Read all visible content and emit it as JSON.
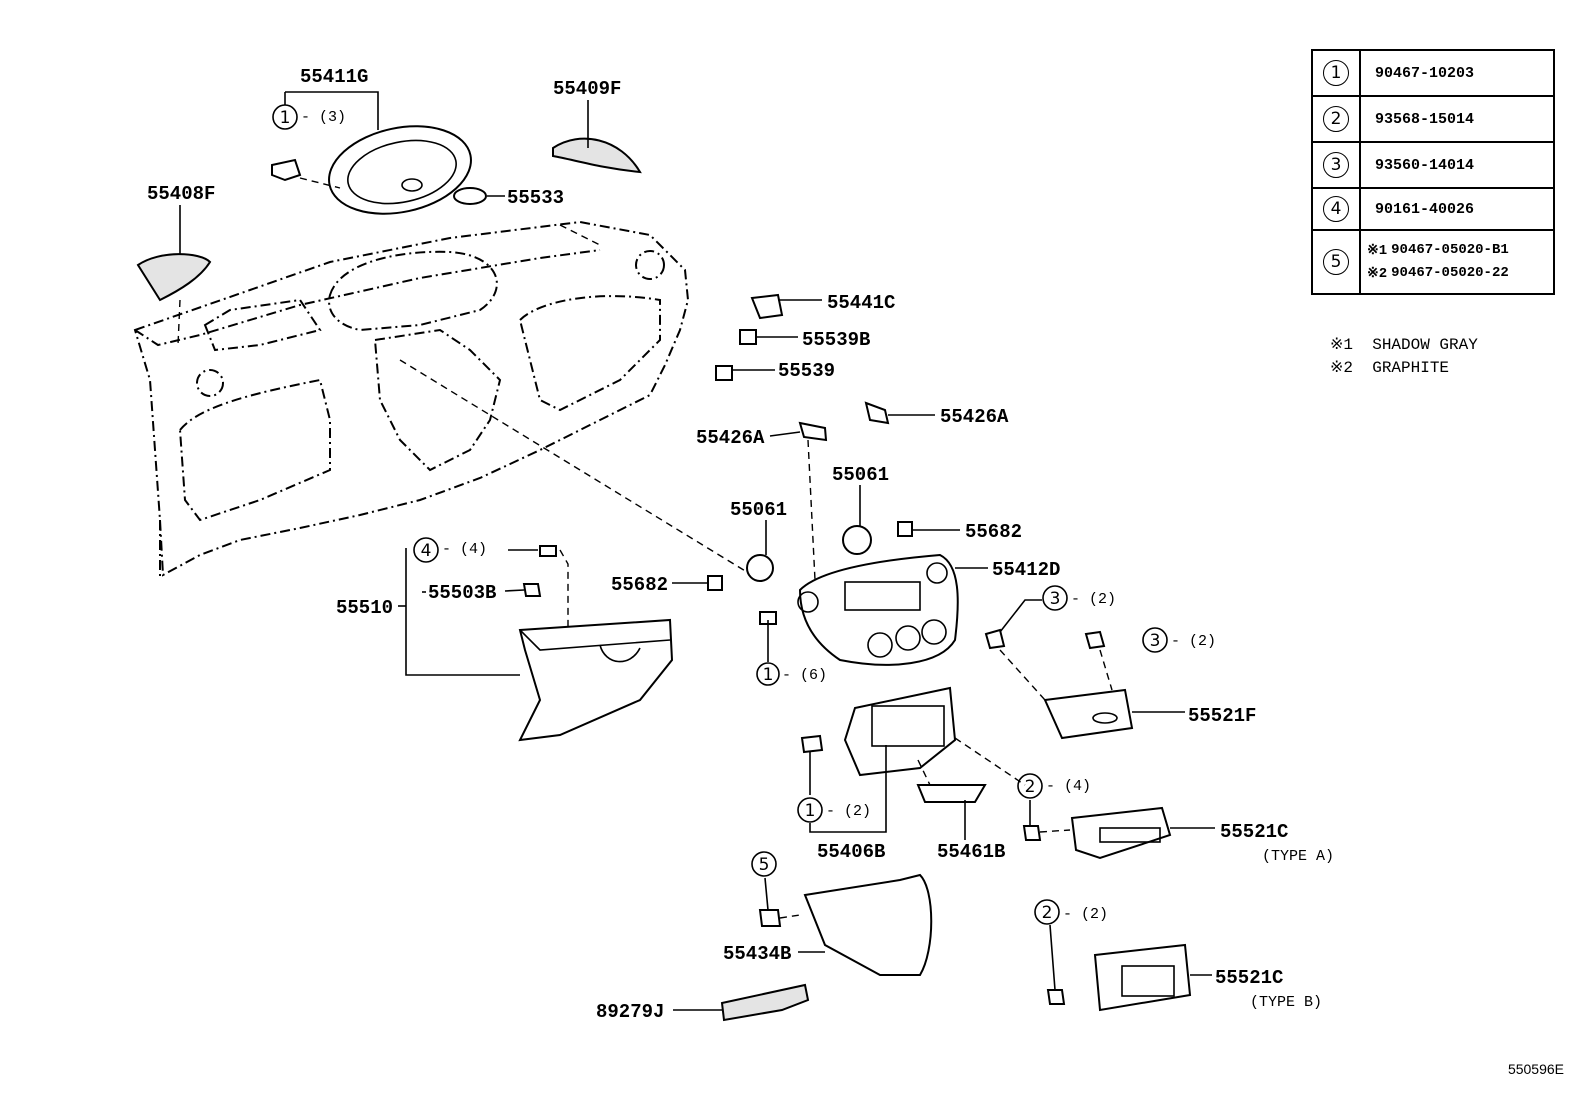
{
  "parts": {
    "p55411G": "55411G",
    "p55409F": "55409F",
    "p55408F": "55408F",
    "p55533": "55533",
    "p55441C": "55441C",
    "p55539B": "55539B",
    "p55539": "55539",
    "p55426A_r": "55426A",
    "p55426A_l": "55426A",
    "p55061_r": "55061",
    "p55061_l": "55061",
    "p55682_r": "55682",
    "p55682_l": "55682",
    "p55412D": "55412D",
    "p55510": "55510",
    "p55503B": "55503B",
    "p55521F": "55521F",
    "p55521C_a": "55521C",
    "p55521C_b": "55521C",
    "p55406B": "55406B",
    "p55461B": "55461B",
    "p55434B": "55434B",
    "p89279J": "89279J"
  },
  "type_notes": {
    "type_a": "(TYPE A)",
    "type_b": "(TYPE B)"
  },
  "callouts": {
    "c1_3": {
      "num": "1",
      "qty": "- (3)"
    },
    "c4_4": {
      "num": "4",
      "qty": "- (4)"
    },
    "c3_2a": {
      "num": "3",
      "qty": "- (2)"
    },
    "c3_2b": {
      "num": "3",
      "qty": "- (2)"
    },
    "c1_6": {
      "num": "1",
      "qty": "- (6)"
    },
    "c2_4": {
      "num": "2",
      "qty": "- (4)"
    },
    "c1_2": {
      "num": "1",
      "qty": "- (2)"
    },
    "c5": {
      "num": "5",
      "qty": ""
    },
    "c2_2": {
      "num": "2",
      "qty": "- (2)"
    }
  },
  "legend": [
    {
      "num": "1",
      "part": "90467-10203"
    },
    {
      "num": "2",
      "part": "93568-15014"
    },
    {
      "num": "3",
      "part": "93560-14014"
    },
    {
      "num": "4",
      "part": "90161-40026"
    },
    {
      "num": "5",
      "variants": [
        {
          "mark": "※1",
          "part": "90467-05020-B1"
        },
        {
          "mark": "※2",
          "part": "90467-05020-22"
        }
      ]
    }
  ],
  "notes": [
    {
      "mark": "※1",
      "text": "SHADOW GRAY"
    },
    {
      "mark": "※2",
      "text": "GRAPHITE"
    }
  ],
  "doc_id": "550596E"
}
